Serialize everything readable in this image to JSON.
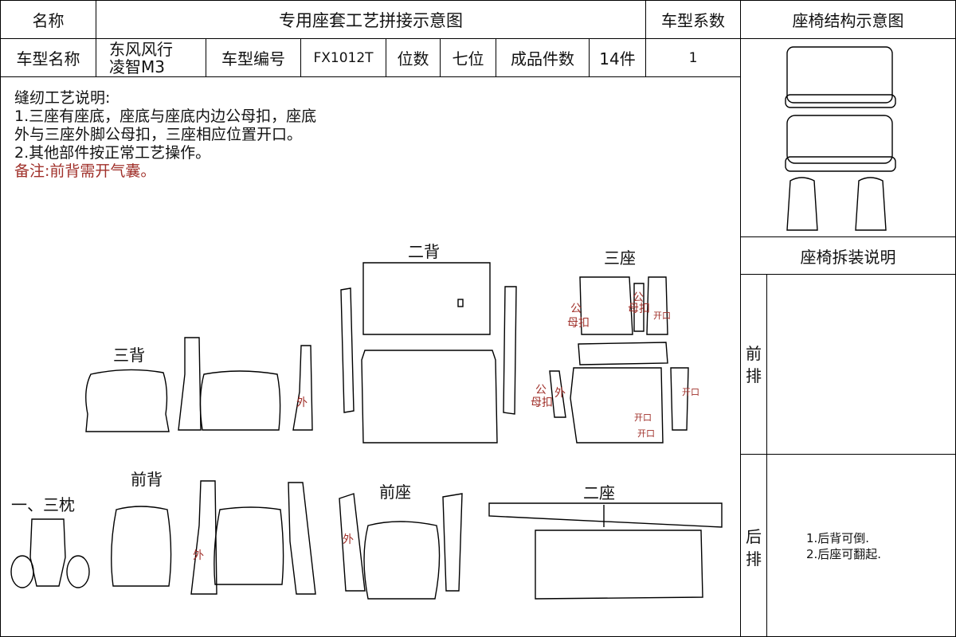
{
  "header": {
    "name_label": "名称",
    "title": "专用座套工艺拼接示意图",
    "model_coeff_label": "车型系数",
    "structure_title": "座椅结构示意图"
  },
  "info": {
    "model_name_label": "车型名称",
    "model_name_line1": "东风风行",
    "model_name_line2": "凌智M3",
    "model_code_label": "车型编号",
    "model_code": "FX1012T",
    "seats_label": "位数",
    "seats": "七位",
    "pieces_label": "成品件数",
    "pieces": "14件",
    "coeff": "1"
  },
  "notes": {
    "heading": "缝纫工艺说明:",
    "line1": "1.三座有座底，座底与座底内边公母扣，座底",
    "line2": "外与三座外脚公母扣，三座相应位置开口。",
    "line3": "2.其他部件按正常工艺操作。",
    "remark": " 备注:前背需开气囊。"
  },
  "groups": {
    "second_back": "二背",
    "third_seat": "三座",
    "third_back": "三背",
    "front_back": "前背",
    "headrests": "一、三枕",
    "front_seat": "前座",
    "second_seat": "二座"
  },
  "marks": {
    "outer": "外",
    "male": "公",
    "female_buckle": "母扣",
    "opening": "开口"
  },
  "side_panel": {
    "disassembly_title": "座椅拆装说明",
    "front_row_1": "前",
    "front_row_2": "排",
    "rear_row_1": "后",
    "rear_row_2": "排",
    "rear_note_1": "1.后背可倒.",
    "rear_note_2": "2.后座可翻起."
  },
  "colors": {
    "line": "#000000",
    "annotation": "#a0302a"
  }
}
